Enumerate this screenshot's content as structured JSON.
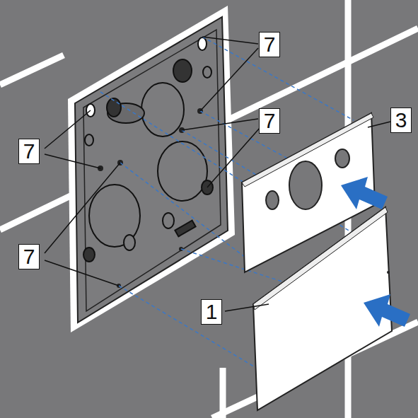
{
  "diagram": {
    "labels": [
      "7",
      "7",
      "7",
      "7",
      "3",
      "1"
    ]
  }
}
